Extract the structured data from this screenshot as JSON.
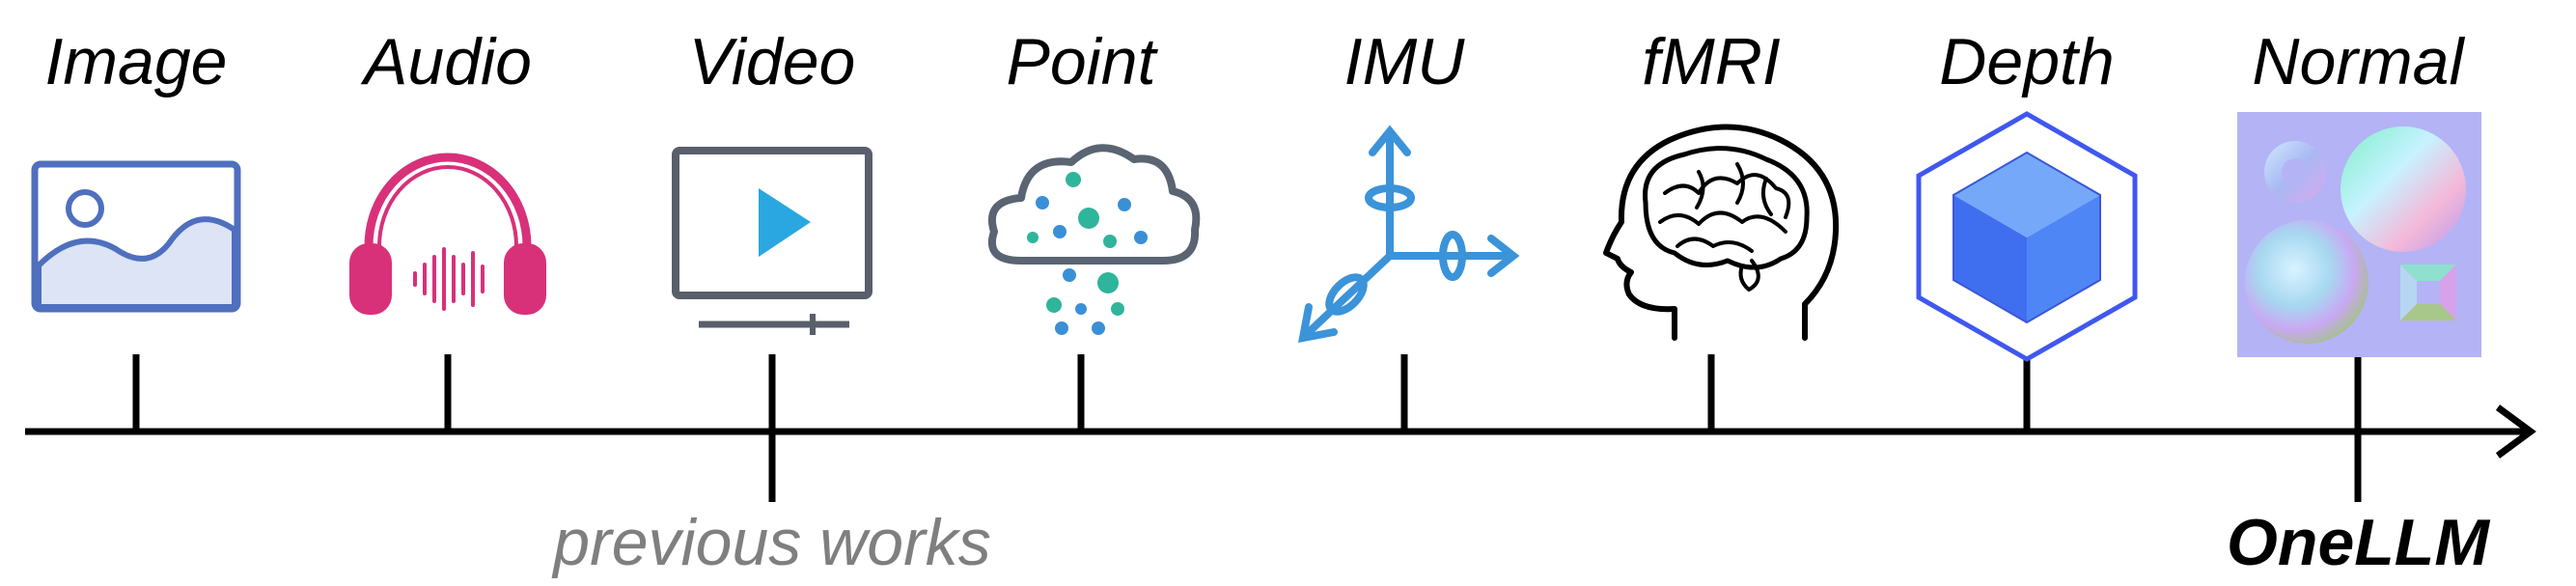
{
  "modalities": [
    {
      "label": "Image",
      "icon": "image-icon"
    },
    {
      "label": "Audio",
      "icon": "headphones-audio-icon"
    },
    {
      "label": "Video",
      "icon": "video-play-icon"
    },
    {
      "label": "Point",
      "icon": "point-cloud-icon"
    },
    {
      "label": "IMU",
      "icon": "imu-axes-icon"
    },
    {
      "label": "fMRI",
      "icon": "brain-head-icon"
    },
    {
      "label": "Depth",
      "icon": "depth-cube-icon"
    },
    {
      "label": "Normal",
      "icon": "normal-map-icon"
    }
  ],
  "annotations": {
    "previous": "previous works",
    "current": "OneLLM"
  },
  "colors": {
    "image": "#4f6fbf",
    "audio": "#d8317a",
    "video": "#595f6b",
    "video_accent": "#2aa7e0",
    "point_cloud": "#5a6472",
    "point_teal": "#2fb59b",
    "point_blue": "#3a8fd6",
    "imu": "#3b93d9",
    "depth_outline": "#4057f0",
    "depth_cube": "#4f86f5",
    "axis": "#000000",
    "previous_text": "#7f7f7f"
  }
}
